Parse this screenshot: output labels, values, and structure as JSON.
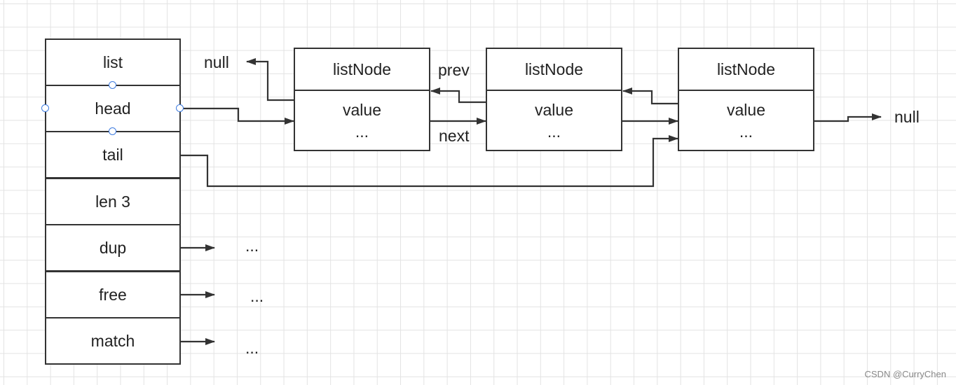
{
  "list_struct": {
    "title": "list",
    "fields": [
      "head",
      "tail",
      "len 3",
      "dup",
      "free",
      "match"
    ]
  },
  "nodes": [
    {
      "title": "listNode",
      "value": "value",
      "more": "..."
    },
    {
      "title": "listNode",
      "value": "value",
      "more": "..."
    },
    {
      "title": "listNode",
      "value": "value",
      "more": "..."
    }
  ],
  "labels": {
    "null_left": "null",
    "null_right": "null",
    "prev": "prev",
    "next": "next",
    "dup_target": "...",
    "free_target": "...",
    "match_target": "..."
  },
  "watermark": "CSDN @CurryChen"
}
